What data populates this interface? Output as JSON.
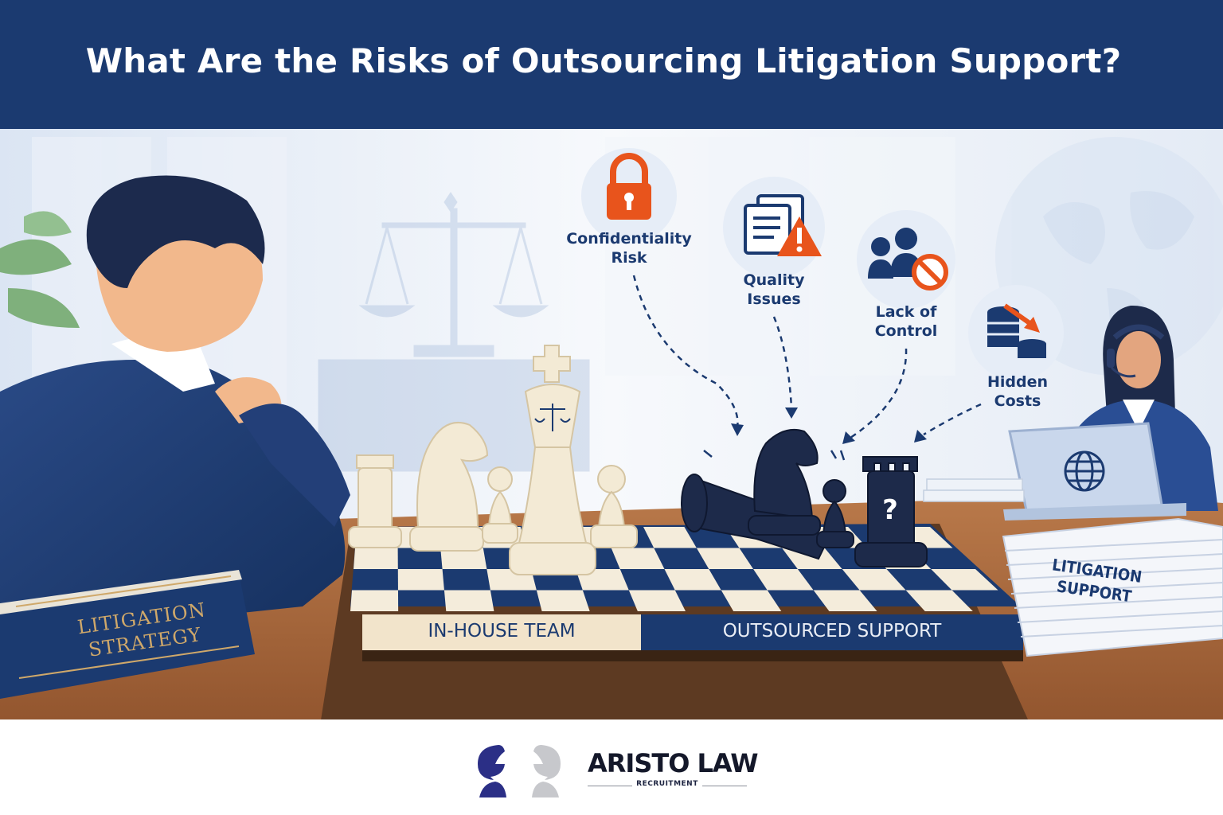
{
  "header": {
    "title": "What Are the Risks of Outsourcing Litigation Support?"
  },
  "risks": [
    {
      "label_line1": "Confidentiality",
      "label_line2": "Risk",
      "icon": "padlock-icon"
    },
    {
      "label_line1": "Quality",
      "label_line2": "Issues",
      "icon": "documents-warning-icon"
    },
    {
      "label_line1": "Lack of",
      "label_line2": "Control",
      "icon": "people-blocked-icon"
    },
    {
      "label_line1": "Hidden",
      "label_line2": "Costs",
      "icon": "coins-down-icon"
    }
  ],
  "board": {
    "left_label": "IN-HOUSE TEAM",
    "right_label": "OUTSOURCED SUPPORT",
    "rook_mark": "?"
  },
  "book": {
    "line1": "LITIGATION",
    "line2": "STRATEGY"
  },
  "paper_stack": {
    "line1": "LITIGATION",
    "line2": "SUPPORT"
  },
  "footer": {
    "brand": "ARISTO LAW",
    "brand_sub": "RECRUITMENT"
  },
  "colors": {
    "navy": "#1b3a70",
    "orange": "#e8541c",
    "cream": "#f4ecdb",
    "table": "#a5673c"
  }
}
